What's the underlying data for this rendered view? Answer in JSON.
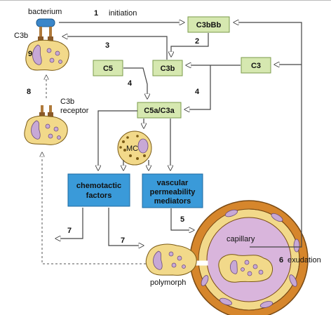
{
  "labels": {
    "bacterium": "bacterium",
    "c3b_left": "C3b",
    "initiation": "initiation",
    "c3b_receptor_line1": "C3b",
    "c3b_receptor_line2": "receptor",
    "capillary": "capillary",
    "exudation": "exudation",
    "polymorph": "polymorph",
    "mc": "MC"
  },
  "boxes": {
    "c3bbb": "C3bBb",
    "c3b": "C3b",
    "c5": "C5",
    "c3": "C3",
    "c5a_c3a": "C5a/C3a"
  },
  "blue_boxes": {
    "chemotactic": [
      "chemotactic",
      "factors"
    ],
    "vascular": [
      "vascular",
      "permeability",
      "mediators"
    ]
  },
  "numbers": {
    "n1": "1",
    "n2": "2",
    "n3": "3",
    "n4a": "4",
    "n4b": "4",
    "n5": "5",
    "n6": "6",
    "n7a": "7",
    "n7b": "7",
    "n8": "8",
    "n9": "9"
  },
  "colors": {
    "box_green": "#d6e8b0",
    "box_blue": "#3a9ad9",
    "cell_yellow": "#f2d98a",
    "cell_nucleus": "#c7a8d6",
    "capillary_wall": "#d6862c",
    "capillary_lumen": "#d9b5dc",
    "bacterium_blue": "#3a86c9"
  }
}
